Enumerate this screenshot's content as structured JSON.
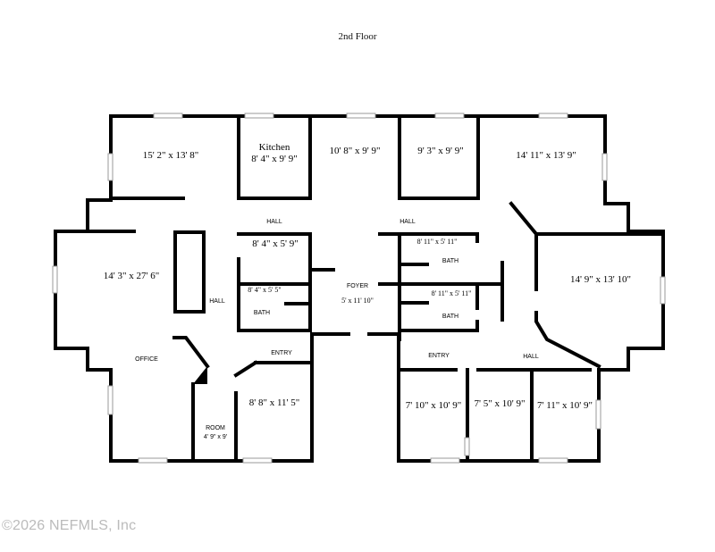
{
  "title": "2nd Floor",
  "copyright": "©2026 NEFMLS, Inc",
  "rooms": {
    "room_nw": "15' 2\" x 13' 8\"",
    "kitchen_name": "Kitchen",
    "kitchen_dim": "8' 4\" x 9' 9\"",
    "room_n2": "10' 8\" x 9' 9\"",
    "room_n3": "9' 3\" x 9' 9\"",
    "room_ne": "14' 11\" x 13' 9\"",
    "room_w": "14' 3\" x 27' 6\"",
    "office": "OFFICE",
    "room_e": "14' 9\" x 13' 10\"",
    "hall1": "HALL",
    "hall2": "HALL",
    "hall3": "HALL",
    "hall4": "HALL",
    "closet": "8' 4\" x 5' 9\"",
    "bath1_dim": "8' 4\" x 5' 5\"",
    "bath1": "BATH",
    "foyer": "FOYER",
    "foyer_dim": "5' x 11' 10\"",
    "bath2_dim": "8' 11\" x 5' 11\"",
    "bath2": "BATH",
    "bath3_dim": "8' 11\" x 5' 11\"",
    "bath3": "BATH",
    "entry1": "ENTRY",
    "entry2": "ENTRY",
    "room_s1": "8' 8\" x 11' 5\"",
    "small_room": "ROOM",
    "small_room_dim": "4' 9\" x 9'",
    "room_s2": "7' 10\" x 10' 9\"",
    "room_s3": "7' 5\" x 10' 9\"",
    "room_s4": "7' 11\" x 10' 9\""
  }
}
